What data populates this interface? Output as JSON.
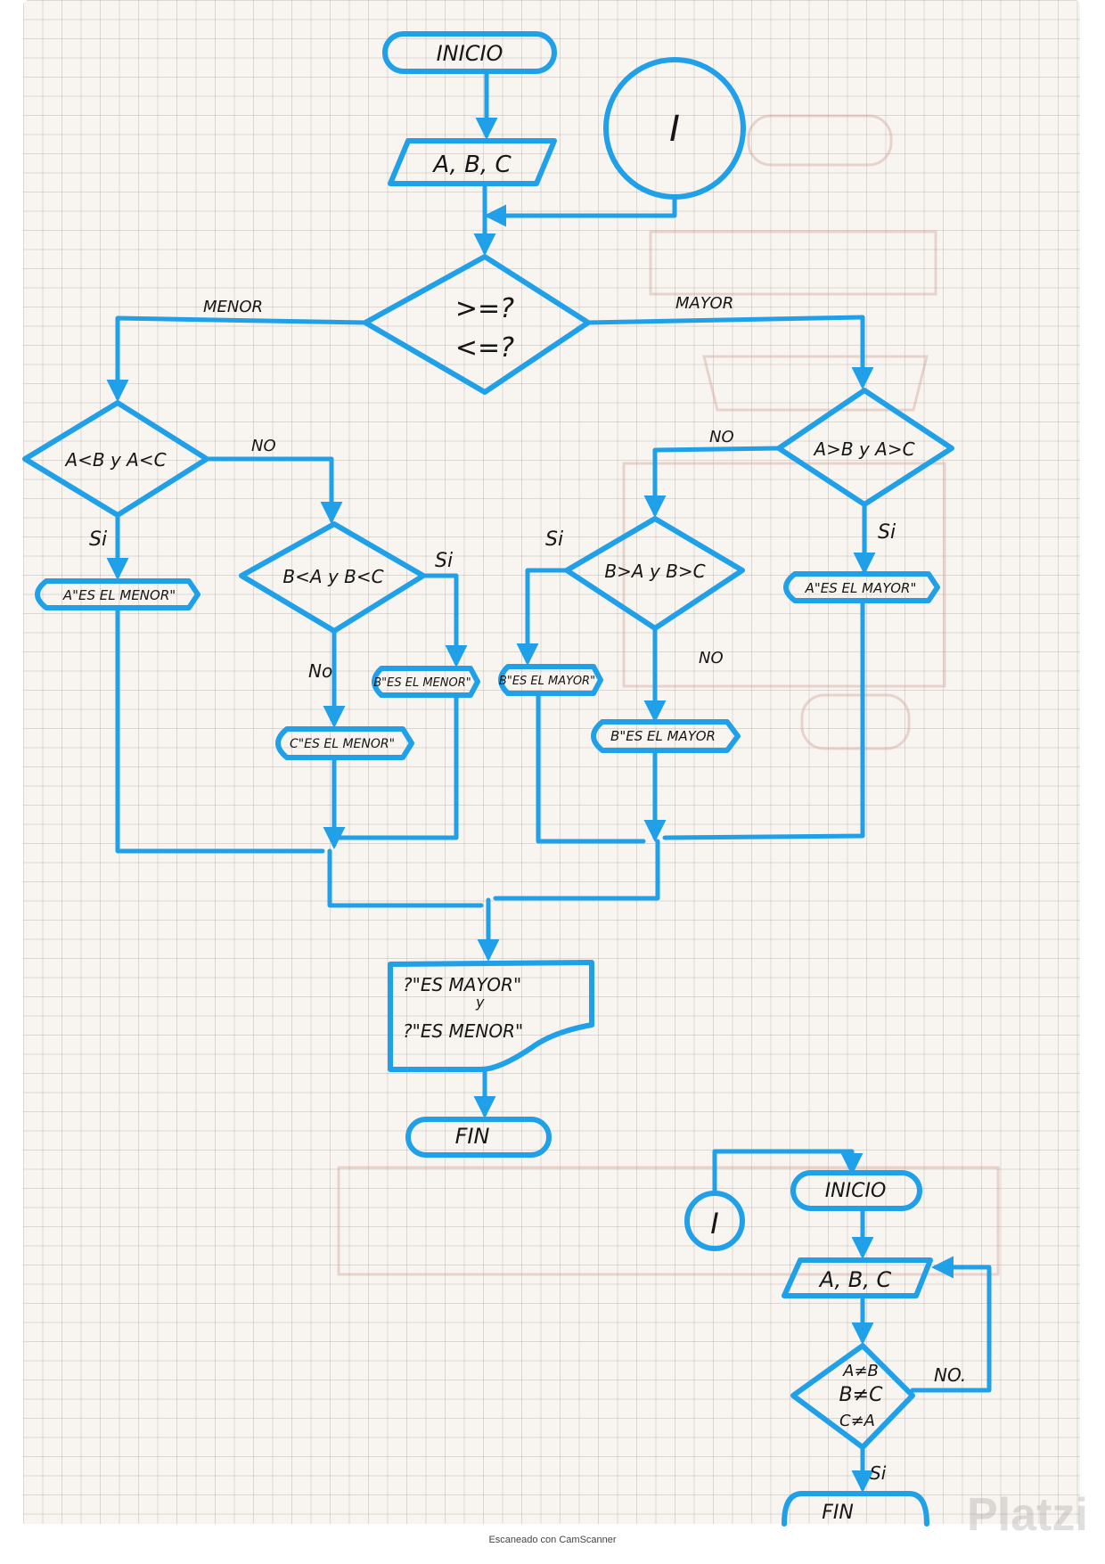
{
  "colors": {
    "flow": "#1fa0e8",
    "ink": "#161616",
    "paper": "#f8f4ef"
  },
  "main_flow": {
    "start": "INICIO",
    "input": "A, B, C",
    "connector_in": "I",
    "compare": {
      "line1": ">=?",
      "line2": "<=?"
    },
    "branch_left": "MENOR",
    "branch_right": "MAYOR",
    "dec_a_min": "A<B y A<C",
    "dec_a_min_no": "NO",
    "dec_a_min_yes": "Si",
    "out_a_min": "A\"ES EL MENOR\"",
    "dec_b_min": "B<A y B<C",
    "dec_b_min_yes": "Si",
    "dec_b_min_no": "No",
    "out_b_min": "B\"ES EL MENOR\"",
    "out_c_min": "C\"ES EL MENOR\"",
    "dec_a_max": "A>B y A>C",
    "dec_a_max_no": "NO",
    "dec_a_max_yes": "Si",
    "out_a_max": "A\"ES EL MAYOR\"",
    "dec_b_max": "B>A y B>C",
    "dec_b_max_yes": "Si",
    "dec_b_max_no": "NO",
    "out_b_max_left": "B\"ES EL MAYOR\"",
    "out_b_max": "B\"ES EL MAYOR",
    "doc_line1": "?\"ES MAYOR\"",
    "doc_line2": "y",
    "doc_line3": "?\"ES MENOR\"",
    "end": "FIN"
  },
  "sub_flow": {
    "connector": "I",
    "start": "INICIO",
    "input": "A, B, C",
    "check_1": "A≠B",
    "check_2": "B≠C",
    "check_3": "C≠A",
    "no_label": "NO.",
    "yes_label": "Si",
    "end": "FIN"
  },
  "footer": "Escaneado con CamScanner",
  "watermark": "Platzi"
}
